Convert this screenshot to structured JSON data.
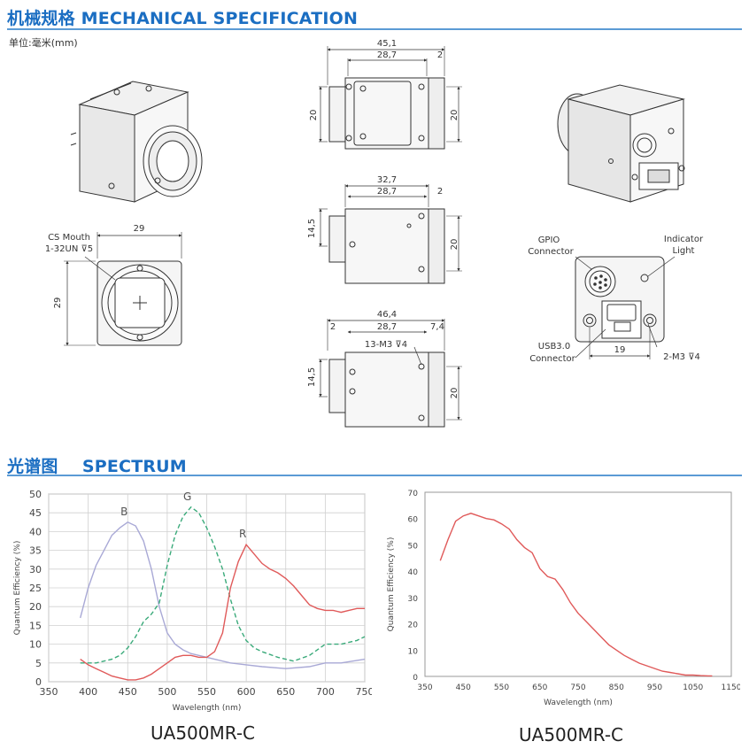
{
  "mechanical": {
    "title": "机械规格 MECHANICAL SPECIFICATION",
    "unit": "单位:毫米(mm)",
    "front": {
      "mount_label_1": "CS Mouth",
      "mount_label_2": "1-32UN ⊽5",
      "width": "29",
      "height": "29"
    },
    "top_view": {
      "total": "45,1",
      "body": "28,7",
      "flange": "2",
      "h_left": "20",
      "h_right": "20"
    },
    "side_view": {
      "total": "32,7",
      "body": "28,7",
      "flange": "2",
      "h_left": "14,5",
      "h_right": "20"
    },
    "bottom_view": {
      "total": "46,4",
      "body": "28,7",
      "left": "2",
      "right": "7,4",
      "hole": "13-M3 ⊽4",
      "h_left": "14,5",
      "h_right": "20"
    },
    "rear": {
      "gpio_1": "GPIO",
      "gpio_2": "Connector",
      "indicator_1": "Indicator",
      "indicator_2": "Light",
      "usb_1": "USB3.0",
      "usb_2": "Connector",
      "spacing": "19",
      "holes": "2-M3 ⊽4"
    }
  },
  "spectrum": {
    "title": "光谱图    SPECTRUM"
  },
  "chart_data": [
    {
      "type": "line",
      "title": "",
      "model_label": "UA500MR-C",
      "xlabel": "Wavelength (nm)",
      "ylabel": "Quantum Efficiency (%)",
      "xlim": [
        350,
        750
      ],
      "ylim": [
        0,
        50
      ],
      "xticks": [
        350,
        400,
        450,
        500,
        550,
        600,
        650,
        700,
        750
      ],
      "yticks": [
        0,
        5,
        10,
        15,
        20,
        25,
        30,
        35,
        40,
        45,
        50
      ],
      "grid": true,
      "series": [
        {
          "name": "B",
          "color": "#a9a9d6",
          "dash": false,
          "x": [
            390,
            400,
            410,
            420,
            430,
            440,
            450,
            460,
            470,
            480,
            490,
            500,
            510,
            520,
            530,
            540,
            550,
            560,
            580,
            600,
            620,
            650,
            680,
            700,
            720,
            750
          ],
          "y": [
            17,
            25,
            31,
            35,
            39,
            41,
            42.5,
            41.5,
            37.5,
            30,
            20,
            13,
            10,
            8.5,
            7.5,
            7,
            6.5,
            6,
            5,
            4.5,
            4,
            3.5,
            4,
            5,
            5,
            6
          ]
        },
        {
          "name": "G",
          "color": "#3aaa7a",
          "dash": true,
          "x": [
            390,
            400,
            410,
            420,
            430,
            440,
            450,
            460,
            470,
            480,
            490,
            500,
            510,
            520,
            530,
            540,
            550,
            560,
            570,
            580,
            590,
            600,
            610,
            620,
            640,
            660,
            680,
            700,
            720,
            740,
            750
          ],
          "y": [
            5,
            5,
            5,
            5.5,
            6,
            7,
            9,
            12,
            16,
            18,
            21,
            31,
            39,
            44,
            46.5,
            45,
            41,
            36,
            30,
            22,
            15,
            11,
            9,
            8,
            6.5,
            5.5,
            7,
            10,
            10,
            11,
            12
          ]
        },
        {
          "name": "R",
          "color": "#e05a5a",
          "dash": false,
          "x": [
            390,
            400,
            410,
            420,
            430,
            440,
            450,
            460,
            470,
            480,
            490,
            500,
            510,
            520,
            530,
            540,
            550,
            560,
            570,
            580,
            590,
            600,
            610,
            620,
            630,
            640,
            650,
            660,
            670,
            680,
            690,
            700,
            710,
            720,
            730,
            740,
            750
          ],
          "y": [
            6,
            4.5,
            3.5,
            2.5,
            1.5,
            1,
            0.5,
            0.5,
            1,
            2,
            3.5,
            5,
            6.5,
            7,
            7,
            6.5,
            6.5,
            8,
            13,
            25,
            32,
            36.5,
            34,
            31.5,
            30,
            29,
            27.5,
            25.5,
            23,
            20.5,
            19.5,
            19,
            19,
            18.5,
            19,
            19.5,
            19.5
          ]
        }
      ]
    },
    {
      "type": "line",
      "title": "",
      "model_label": "UA500MR-C",
      "xlabel": "Wavelength (nm)",
      "ylabel": "Quantum Efficiency (%)",
      "xlim": [
        350,
        1150
      ],
      "ylim": [
        0,
        70
      ],
      "xticks": [
        350,
        450,
        550,
        650,
        750,
        850,
        950,
        1050,
        1150
      ],
      "yticks": [
        0,
        10,
        20,
        30,
        40,
        50,
        60,
        70
      ],
      "grid": false,
      "series": [
        {
          "name": "",
          "color": "#e05a5a",
          "dash": false,
          "x": [
            390,
            410,
            430,
            450,
            470,
            490,
            510,
            530,
            550,
            570,
            590,
            610,
            630,
            650,
            670,
            690,
            710,
            730,
            750,
            770,
            790,
            810,
            830,
            850,
            870,
            890,
            910,
            930,
            950,
            970,
            990,
            1010,
            1030,
            1050,
            1070,
            1090,
            1100
          ],
          "y": [
            44,
            52,
            59,
            61,
            62,
            61,
            60,
            59.5,
            58,
            56,
            52,
            49,
            47,
            41,
            38,
            37,
            33,
            28,
            24,
            21,
            18,
            15,
            12,
            10,
            8,
            6.5,
            5,
            4,
            3,
            2,
            1.5,
            1,
            0.5,
            0.5,
            0.3,
            0.2,
            0.2
          ]
        }
      ]
    }
  ]
}
